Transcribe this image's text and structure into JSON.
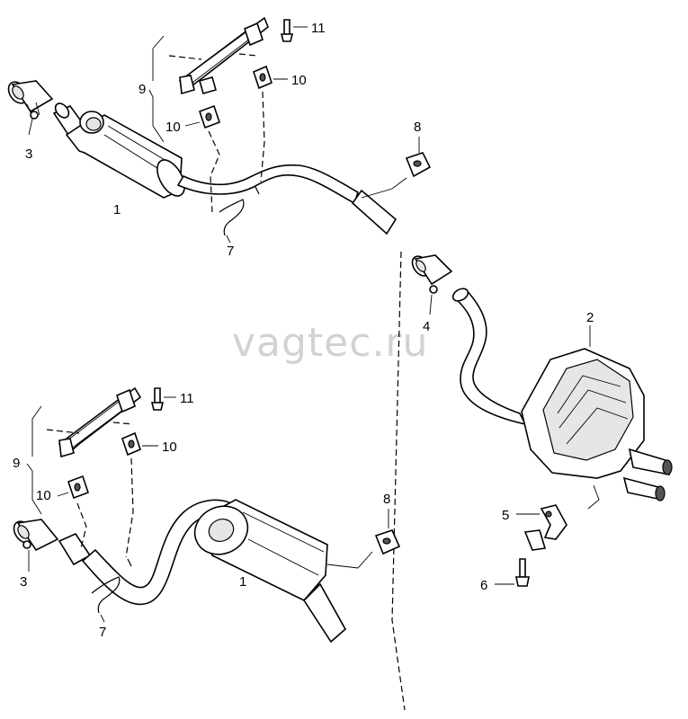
{
  "watermark": "vagtec.ru",
  "callouts": {
    "top_muffler": "1",
    "top_clamp": "3",
    "top_bracket_group": "9",
    "top_mount_left": "10",
    "top_mount_right": "10",
    "top_bolt": "11",
    "top_hanger_wire": "7",
    "top_hanger_rubber": "8",
    "rear_muffler": "2",
    "middle_clamp": "4",
    "rear_bracket": "5",
    "rear_bolt": "6",
    "bottom_muffler": "1",
    "bottom_clamp": "3",
    "bottom_bracket_group": "9",
    "bottom_mount_left": "10",
    "bottom_mount_right": "10",
    "bottom_bolt": "11",
    "bottom_hanger_wire": "7",
    "bottom_hanger_rubber": "8"
  }
}
